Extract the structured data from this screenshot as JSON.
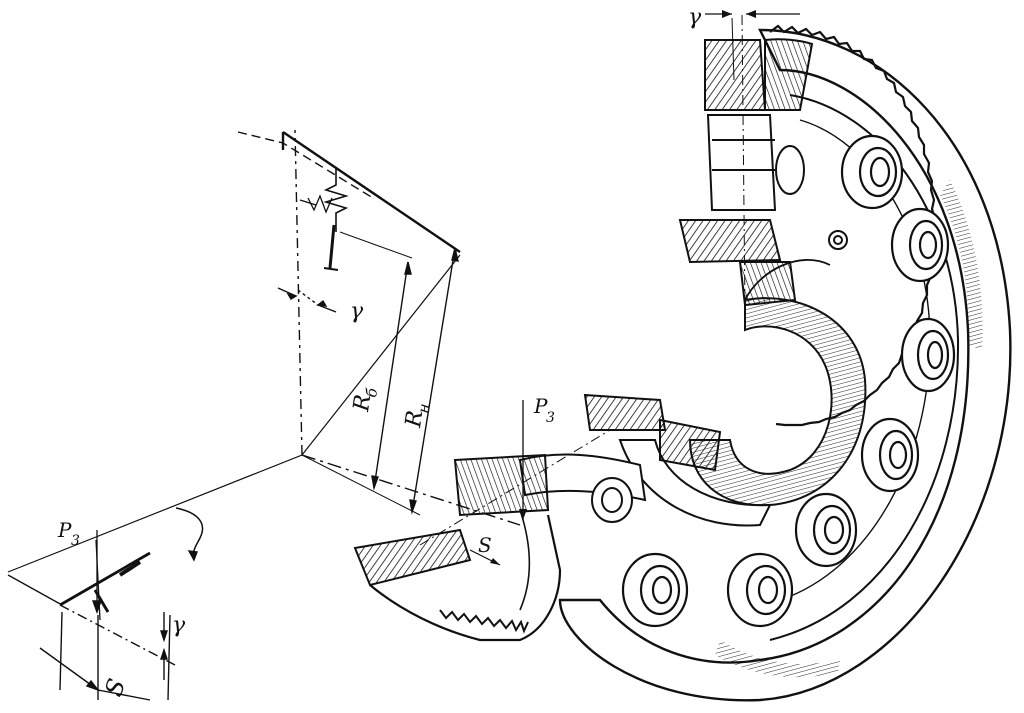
{
  "figure": {
    "labels": {
      "gamma_top": "γ",
      "gamma_mid": "γ",
      "gamma_low": "γ",
      "r_b": "R",
      "r_b_sub": "б",
      "r_n": "R",
      "r_n_sub": "н",
      "p3_left": "P",
      "p3_left_sub": "3",
      "p3_right": "P",
      "p3_right_sub": "3",
      "s_left": "S",
      "s_right": "S"
    },
    "colors": {
      "ink": "#111111",
      "paper": "#ffffff"
    }
  }
}
